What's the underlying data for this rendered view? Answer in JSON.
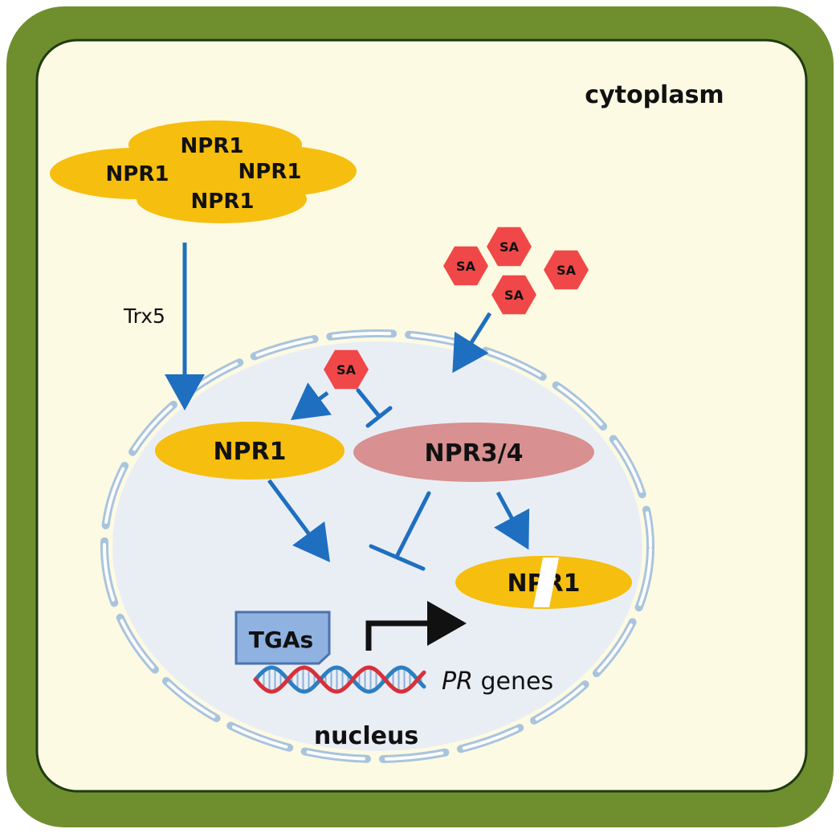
{
  "cell": {
    "wall_color": "#6f8f2e",
    "wall_edge_color": "#1f3a12",
    "cytoplasm_color": "#fdfae3",
    "nucleus_color": "#e9eef5",
    "envelope_color": "#a9c4dd",
    "cytoplasm_label": "cytoplasm",
    "nucleus_label": "nucleus"
  },
  "oligomer": {
    "color": "#f6be0e",
    "labels": [
      "NPR1",
      "NPR1",
      "NPR1",
      "NPR1"
    ]
  },
  "trx_label": "Trx5",
  "sa": {
    "color": "#f04848",
    "labels": [
      "SA",
      "SA",
      "SA",
      "SA",
      "SA"
    ]
  },
  "npr1_nuclear": {
    "label": "NPR1",
    "color": "#f6be0e"
  },
  "npr34": {
    "label": "NPR3/4",
    "color": "#d99090"
  },
  "npr1_degraded": {
    "label": "NPR1",
    "color": "#f6be0e"
  },
  "tgas": {
    "label": "TGAs",
    "color": "#8fb2e0",
    "edge_color": "#4a73b0"
  },
  "genes": {
    "italic_part": "PR",
    "rest": " genes"
  },
  "arrow_color": "#1f6fc0",
  "transcription_arrow_color": "#111111",
  "dna": {
    "strand_a": "#d8303a",
    "strand_b": "#2c7fc2",
    "rung_color": "#8ab0d8"
  }
}
